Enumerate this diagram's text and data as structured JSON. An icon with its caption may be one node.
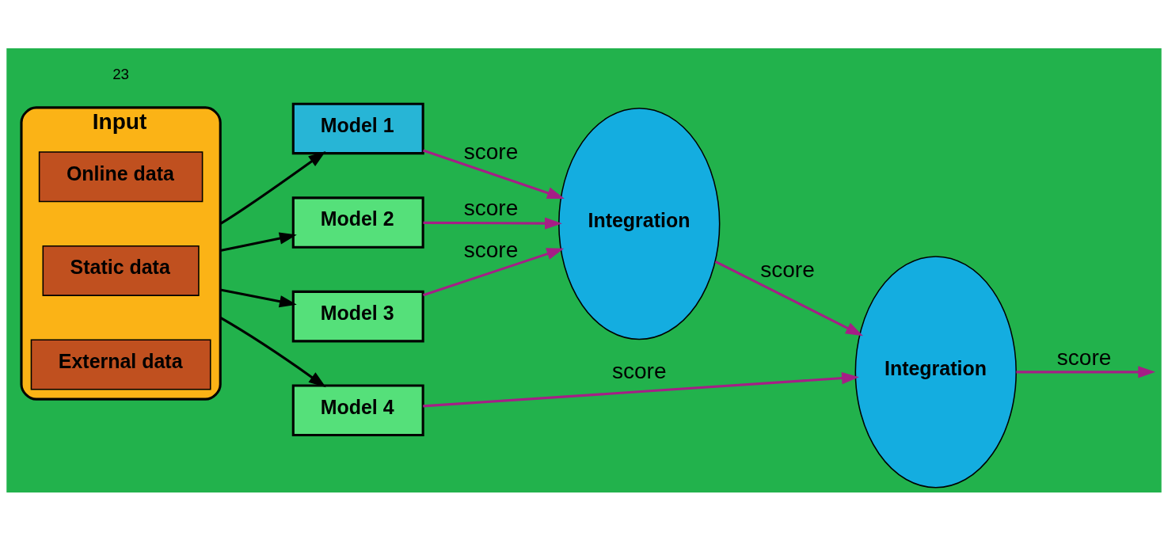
{
  "diagram": {
    "nodes": [
      {
        "text": [
          "Input"
        ]
      },
      {
        "text": [
          "Online data"
        ],
        "in": 0
      },
      {
        "text": [
          "Static data"
        ],
        "in": 0
      },
      {
        "text": [
          "External data"
        ],
        "in": 0
      },
      {
        "text": [
          "Model 1"
        ]
      },
      {
        "text": [
          "Model 2"
        ]
      },
      {
        "text": [
          "Model 3"
        ]
      },
      {
        "text": [
          "Model 4"
        ]
      },
      {
        "text": [
          "Integration"
        ]
      },
      {
        "text": [
          "Integration"
        ]
      }
    ],
    "edges": [
      {
        "from": 0,
        "to": 4,
        "arrow": "to",
        "color": "#000000"
      },
      {
        "from": 0,
        "to": 5,
        "arrow": "to",
        "color": "#000000"
      },
      {
        "from": 0,
        "to": 6,
        "arrow": "to",
        "color": "#000000"
      },
      {
        "from": 0,
        "to": 7,
        "arrow": "to",
        "color": "#000000"
      },
      {
        "from": 4,
        "to": 8,
        "arrow": "to",
        "label": "score",
        "color": "#a51f86"
      },
      {
        "from": 5,
        "to": 8,
        "arrow": "to",
        "label": "score",
        "color": "#a51f86"
      },
      {
        "from": 6,
        "to": 8,
        "arrow": "to",
        "label": "score",
        "color": "#a51f86"
      },
      {
        "from": 8,
        "to": 9,
        "arrow": "to",
        "label": "score",
        "color": "#a51f86"
      },
      {
        "from": 7,
        "to": 9,
        "arrow": "to",
        "label": "score",
        "color": "#a51f86"
      },
      {
        "from": 9,
        "to": null,
        "arrow": "to",
        "label": "score",
        "color": "#a51f86"
      }
    ],
    "labels": [
      "23"
    ]
  }
}
